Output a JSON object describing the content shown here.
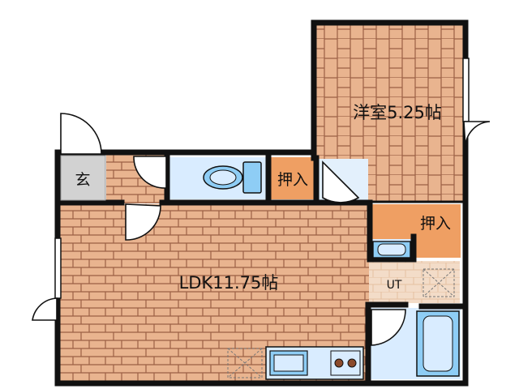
{
  "rooms": {
    "western_room": {
      "label": "洋室5.25帖"
    },
    "ldk": {
      "label": "LDK11.75帖"
    },
    "entrance": {
      "label": "玄"
    },
    "closet_upper": {
      "label": "押入"
    },
    "closet_right": {
      "label": "押入"
    },
    "utility": {
      "label": "UT"
    }
  },
  "colors": {
    "wall": "#111111",
    "wood_floor": "#e9b48f",
    "wood_line": "#9b5f45",
    "closet": "#ef9f63",
    "wet_area": "#d9ecff",
    "fixture": "#8ecdf5",
    "entrance": "#d2d2d2",
    "utility_floor": "#f3dcc8"
  },
  "icons": [
    "toilet-icon",
    "washbasin-icon",
    "bathtub-icon",
    "kitchen-sink-icon",
    "stove-icon",
    "door-swing-icon",
    "window-icon"
  ]
}
